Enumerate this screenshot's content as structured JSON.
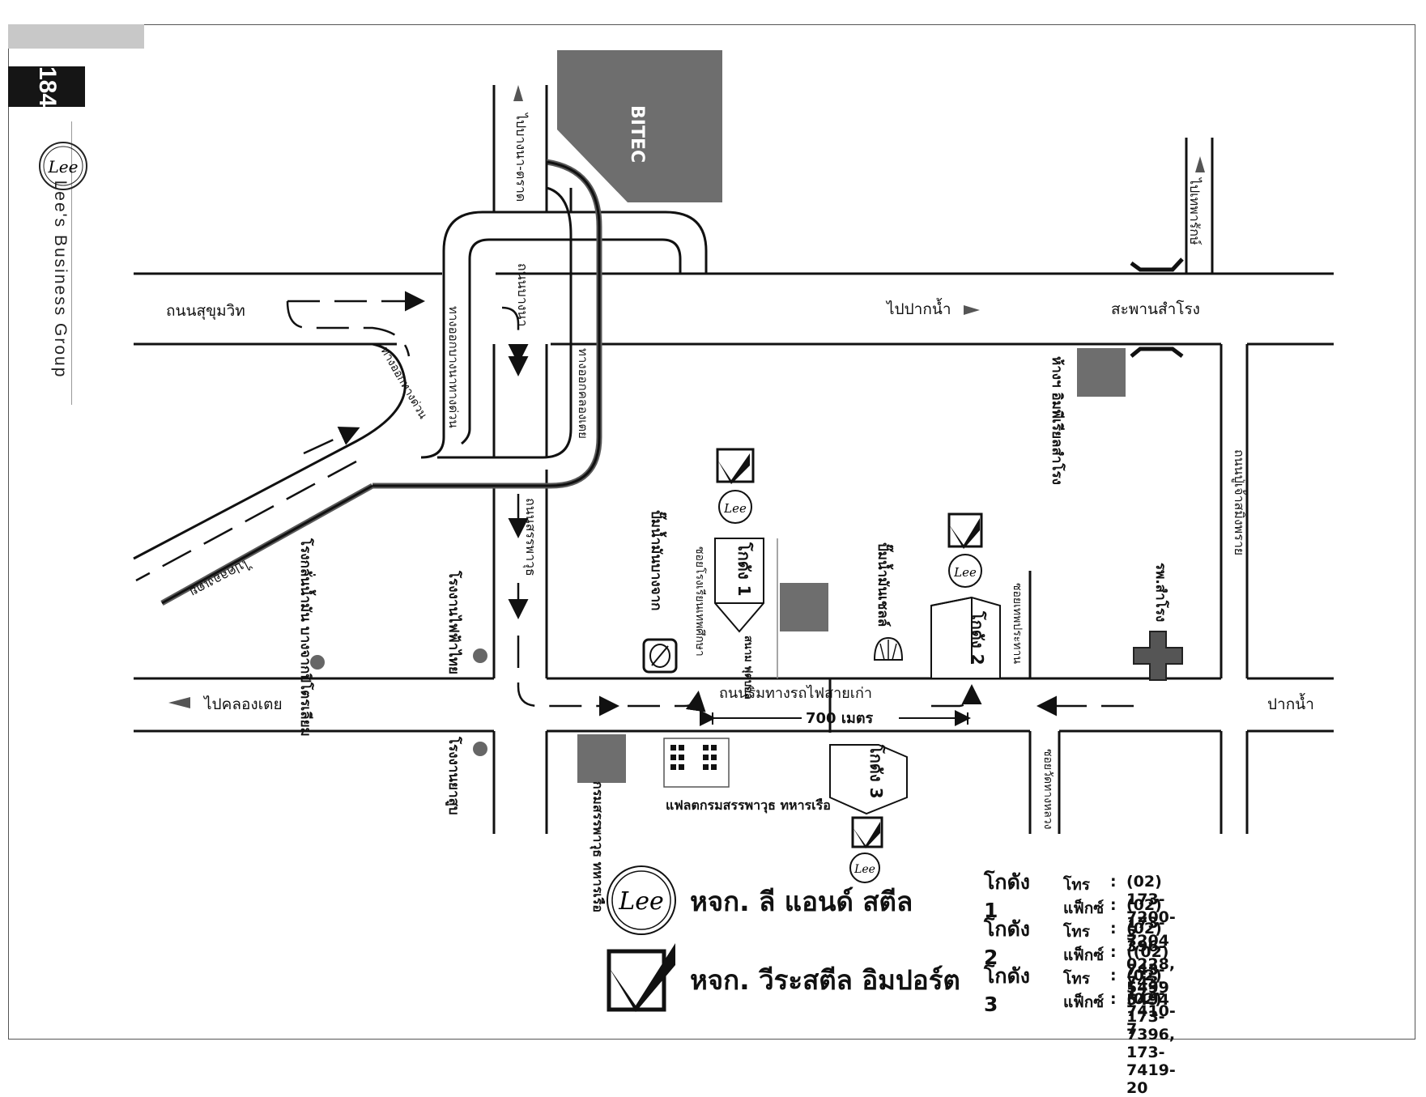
{
  "page": {
    "number": "184",
    "brand": "Lee's Business Group"
  },
  "roads": {
    "sukhumvit": "ถนนสุขุมวิท",
    "to_paknam_top": "ไปปากน้ำ",
    "samrong_bridge": "สะพานสำโรง",
    "to_khlongtoei": "ไปคลองเตย",
    "paknam_bottom": "ปากน้ำ",
    "railway_road": "ถนนริมทางรถไฟสายเก่า",
    "distance": "700 เมตร",
    "to_bangna_trat": "ไปบางนา-ตราด",
    "to_theparak": "ไปเทพารักษ์",
    "bangna_road": "ถนนบางนา",
    "to_bangna_expy": "ทางออกบางนาทางด่วน",
    "exit_klongtoei": "ทางออกคลองเตย",
    "exit_expressway": "ทางออกทางด่วน",
    "to_klongtoei_lower": "ไปคลองเตย",
    "sanphawut": "ถนนสรรพาวุธ",
    "phuchao": "ถนนปู่เจ้าสมิงพราย",
    "soi_kasem": "ซอยโรงเรียนเทพศึกษา",
    "soi_thai": "ซอยเทพประทาน",
    "soi_wat": "ซอยวัดทางหลวง"
  },
  "places": {
    "bitec": "BITEC",
    "imperial": "ห้างฯ อิมพีเรียลสำโรง",
    "samrong_hospital": "รพ.สำโรง",
    "bangchak": "ปั๊มน้ำมันบางจาก",
    "shell": "ปั๊มน้ำมันเชลล์",
    "football": "สนาม ฟุตบอล",
    "refinery": "โรงกลั่นน้ำมัน บางจากปิโตรเลียม",
    "power_plant": "โรงงานไฟฟ้าไทย",
    "tobacco": "โรงงานยาสูบ",
    "navy_ordnance": "กรมสรรพาวุธ ทหารเรือ",
    "flat": "แฟลตกรมสรรพาวุธ ทหารเรือ"
  },
  "warehouses": {
    "w1": "โกดัง 1",
    "w2": "โกดัง 2",
    "w3": "โกดัง 3"
  },
  "legend": {
    "lee": "หจก. ลี แอนด์ สตีล",
    "weera": "หจก. วีระสตีล อิมปอร์ต",
    "logo_text": "Lee"
  },
  "contacts": [
    {
      "warehouse": "โกดัง 1",
      "lines": [
        {
          "type": "โทร",
          "number": "(02) 173-7200-3"
        },
        {
          "type": "แฟ็กซ์",
          "number": "(02) 173-7204"
        }
      ]
    },
    {
      "warehouse": "โกดัง 2",
      "lines": [
        {
          "type": "โทร",
          "number": "(02) 396-0228, 743-5494"
        },
        {
          "type": "แฟ็กซ์",
          "number": "((02) 743-5499"
        }
      ]
    },
    {
      "warehouse": "โกดัง 3",
      "lines": [
        {
          "type": "โทร",
          "number": "(02) 173-7410-7"
        },
        {
          "type": "แฟ็กซ์",
          "number": "(02) 173-7396, 173-7419-20"
        }
      ]
    }
  ],
  "contact_separator": ":",
  "colors": {
    "block": "#6e6e6e",
    "ink": "#111111",
    "road_shadow": "#5a5a5a"
  }
}
